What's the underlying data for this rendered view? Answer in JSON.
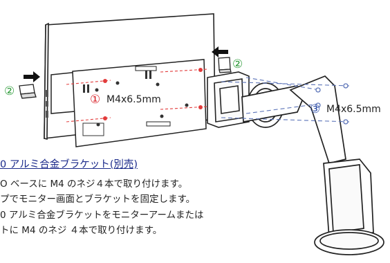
{
  "callouts": {
    "bracket_left_num": "②",
    "bracket_top_num": "②",
    "screw_center_num": "①",
    "screw_center_label": "M4x6.5mm",
    "screw_right_num": "③",
    "screw_right_label": "M4x6.5mm"
  },
  "text": {
    "heading": "0 アルミ合金ブラケット(別売)",
    "line1": "O ベースに M4 のネジ４本で取り付けます。",
    "line2": "プでモニター画面とブラケットを固定します。",
    "line3": "0 アルミ合金ブラケットをモニターアームまたは",
    "line4": "トに M4 のネジ ４本で取り付けます。"
  },
  "colors": {
    "callout_green": "#2e9b3a",
    "callout_red": "#d8232a",
    "callout_blue": "#2f4fa8",
    "heading_blue": "#1b2a8a",
    "guide_red": "#e23b3b",
    "guide_blue": "#5b73b8"
  }
}
